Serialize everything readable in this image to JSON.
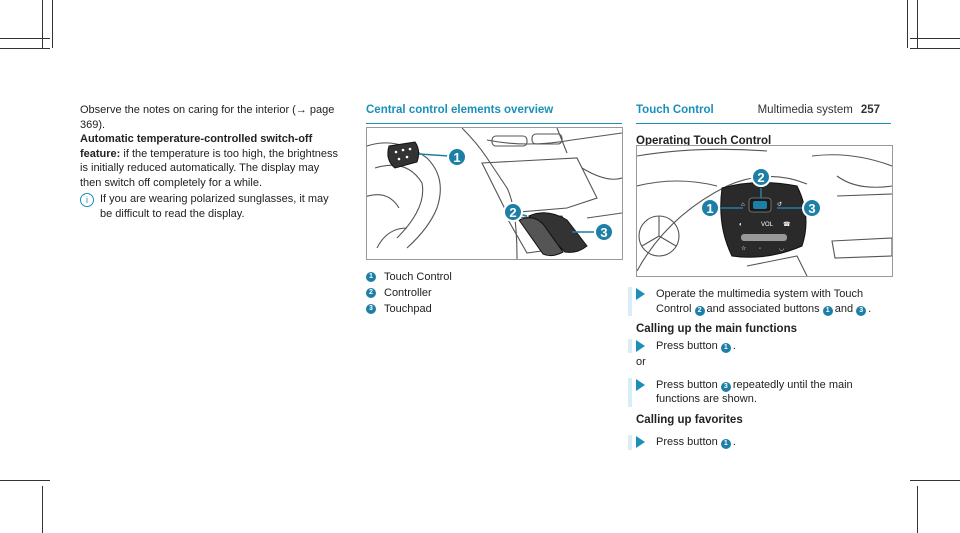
{
  "header": {
    "section": "Multimedia system",
    "page_number": "257"
  },
  "left_col": {
    "p1": "Observe the notes on caring for the interior (→ page 369).",
    "p2_bold": "Automatic temperature-controlled switch-off feature:",
    "p2_rest": " if the temperature is too high, the brightness is initially reduced automatically. The display may then switch off completely for a while.",
    "note": "If you are wearing polarized sunglasses, it may be difficult to read the display."
  },
  "mid_col": {
    "title": "Central control elements overview",
    "legend": [
      {
        "num": "1",
        "label": "Touch Control"
      },
      {
        "num": "2",
        "label": "Controller"
      },
      {
        "num": "3",
        "label": "Touchpad"
      }
    ]
  },
  "right_col": {
    "title": "Touch Control",
    "subtitle": "Operating Touch Control",
    "step1_a": "Operate the multimedia system with Touch Control",
    "step1_b": "and associated buttons",
    "step1_c": "and",
    "step1_d": ".",
    "calling_main": "Calling up the main functions",
    "press_btn": "Press button",
    "or": "or",
    "press_repeat_a": "Press button",
    "press_repeat_b": "repeatedly until the main functions are shown.",
    "calling_fav": "Calling up favorites",
    "press_btn_fav": "Press button",
    "n1": "1",
    "n2": "2",
    "n3": "3",
    "vol_label": "VOL"
  },
  "colors": {
    "accent": "#1a8fb8",
    "badge": "#1d7fa6"
  }
}
